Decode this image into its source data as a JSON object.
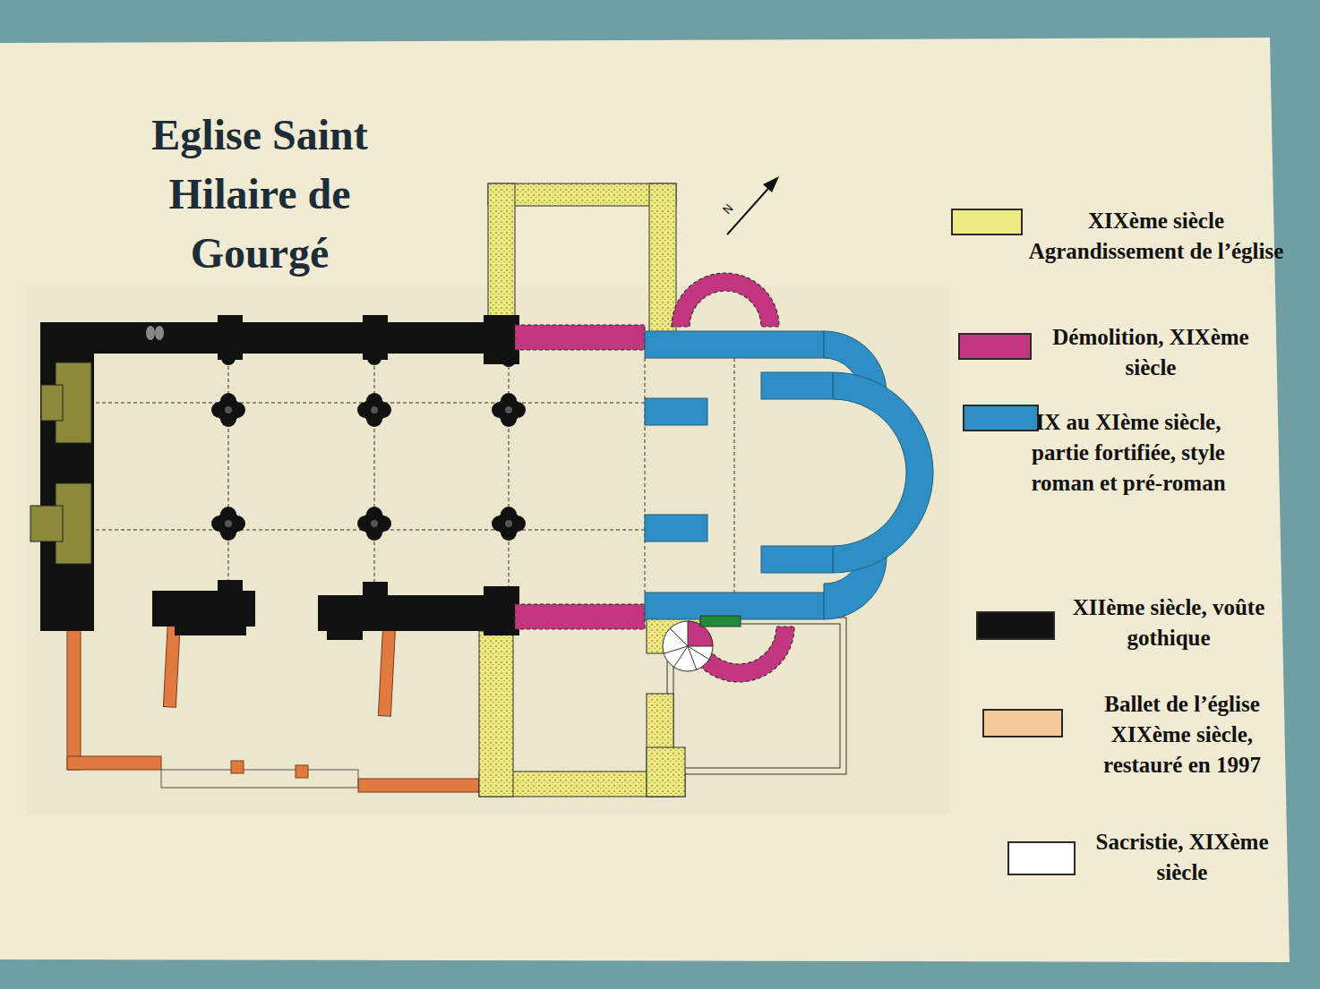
{
  "diagram": {
    "title": "Eglise Saint Hilaire de Gourgé",
    "labels": [
      "N"
    ],
    "legend": [
      {
        "text": "XIXème siècle Agrandissement de l’église",
        "color": "#efea86"
      },
      {
        "text": "Démolition, XIXème siècle",
        "color": "#c2357f"
      },
      {
        "text": "IX au XIème siècle, partie fortifiée, style roman et pré-roman",
        "color": "#2f8fc4"
      },
      {
        "text": "XIIème siècle, voûte gothique",
        "color": "#111111"
      },
      {
        "text": "Ballet de l’église XIXème siècle, restauré en 1997",
        "color": "#f3c99a"
      },
      {
        "text": "Sacristie, XIXème siècle",
        "color": "#ffffff"
      }
    ]
  }
}
